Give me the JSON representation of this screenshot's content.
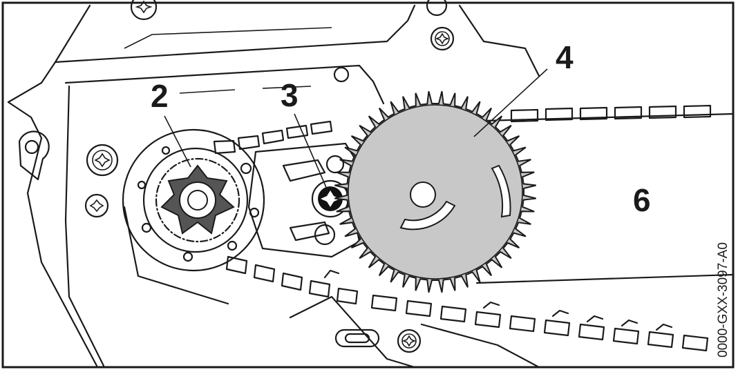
{
  "callouts": {
    "sprocket": "2",
    "screw": "3",
    "wheel": "4",
    "bar": "6"
  },
  "figure_code": "0000-GXX-3097-A0",
  "colors": {
    "line": "#1a1a1a",
    "fill": "#c8c8c8",
    "paper": "#ffffff"
  }
}
